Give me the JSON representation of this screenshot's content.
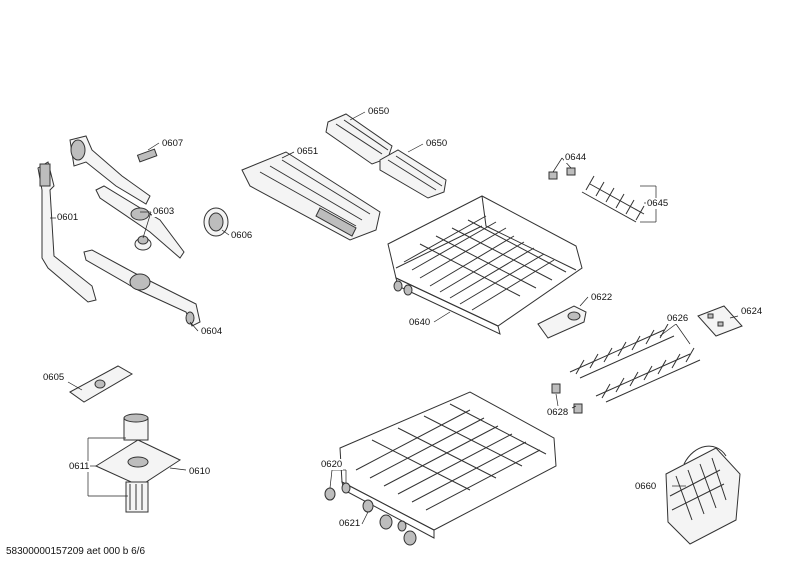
{
  "parts": [
    {
      "id": "p0601",
      "label": "0601"
    },
    {
      "id": "p0607",
      "label": "0607"
    },
    {
      "id": "p0603",
      "label": "0603"
    },
    {
      "id": "p0606",
      "label": "0606"
    },
    {
      "id": "p0604",
      "label": "0604"
    },
    {
      "id": "p0651",
      "label": "0651"
    },
    {
      "id": "p0650a",
      "label": "0650"
    },
    {
      "id": "p0650b",
      "label": "0650"
    },
    {
      "id": "p0644",
      "label": "0644"
    },
    {
      "id": "p0645",
      "label": "0645"
    },
    {
      "id": "p0640",
      "label": "0640"
    },
    {
      "id": "p0622",
      "label": "0622"
    },
    {
      "id": "p0626",
      "label": "0626"
    },
    {
      "id": "p0624",
      "label": "0624"
    },
    {
      "id": "p0628",
      "label": "0628"
    },
    {
      "id": "p0605",
      "label": "0605"
    },
    {
      "id": "p0611",
      "label": "0611"
    },
    {
      "id": "p0610",
      "label": "0610"
    },
    {
      "id": "p0620",
      "label": "0620"
    },
    {
      "id": "p0621",
      "label": "0621"
    },
    {
      "id": "p0660",
      "label": "0660"
    }
  ],
  "footer": "58300000157209 aet 000 b 6/6"
}
